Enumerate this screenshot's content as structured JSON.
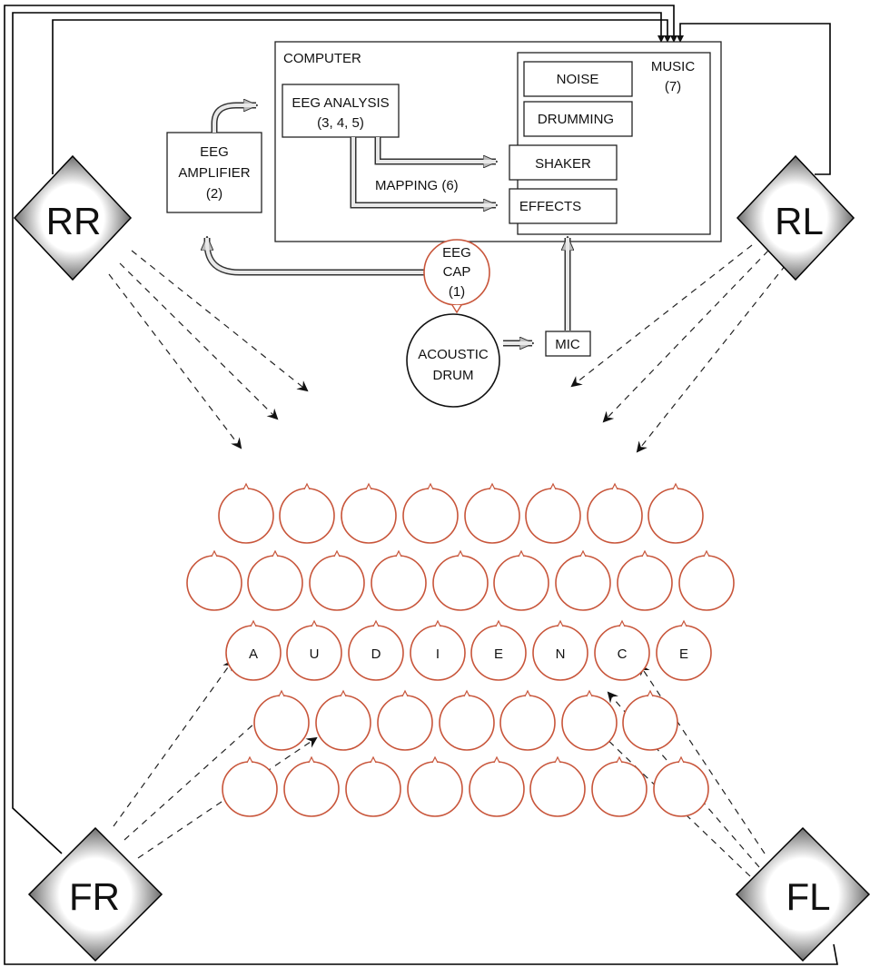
{
  "computer": {
    "title": "COMPUTER"
  },
  "blocks": {
    "eeg_analysis": {
      "line1": "EEG ANALYSIS",
      "line2": "(3, 4, 5)"
    },
    "eeg_amplifier": {
      "line1": "EEG",
      "line2": "AMPLIFIER",
      "line3": "(2)"
    },
    "noise": "NOISE",
    "drumming": "DRUMMING",
    "music": {
      "line1": "MUSIC",
      "line2": "(7)"
    },
    "shaker": "SHAKER",
    "effects": "EFFECTS",
    "mapping": "MAPPING (6)",
    "eeg_cap": {
      "line1": "EEG",
      "line2": "CAP",
      "line3": "(1)"
    },
    "acoustic_drum": {
      "line1": "ACOUSTIC",
      "line2": "DRUM"
    },
    "mic": "MIC"
  },
  "speakers": {
    "rr": "RR",
    "rl": "RL",
    "fr": "FR",
    "fl": "FL"
  },
  "audience_letters": [
    "A",
    "U",
    "D",
    "I",
    "E",
    "N",
    "C",
    "E"
  ],
  "colors": {
    "head_stroke": "#c8553a",
    "line": "#222222"
  }
}
